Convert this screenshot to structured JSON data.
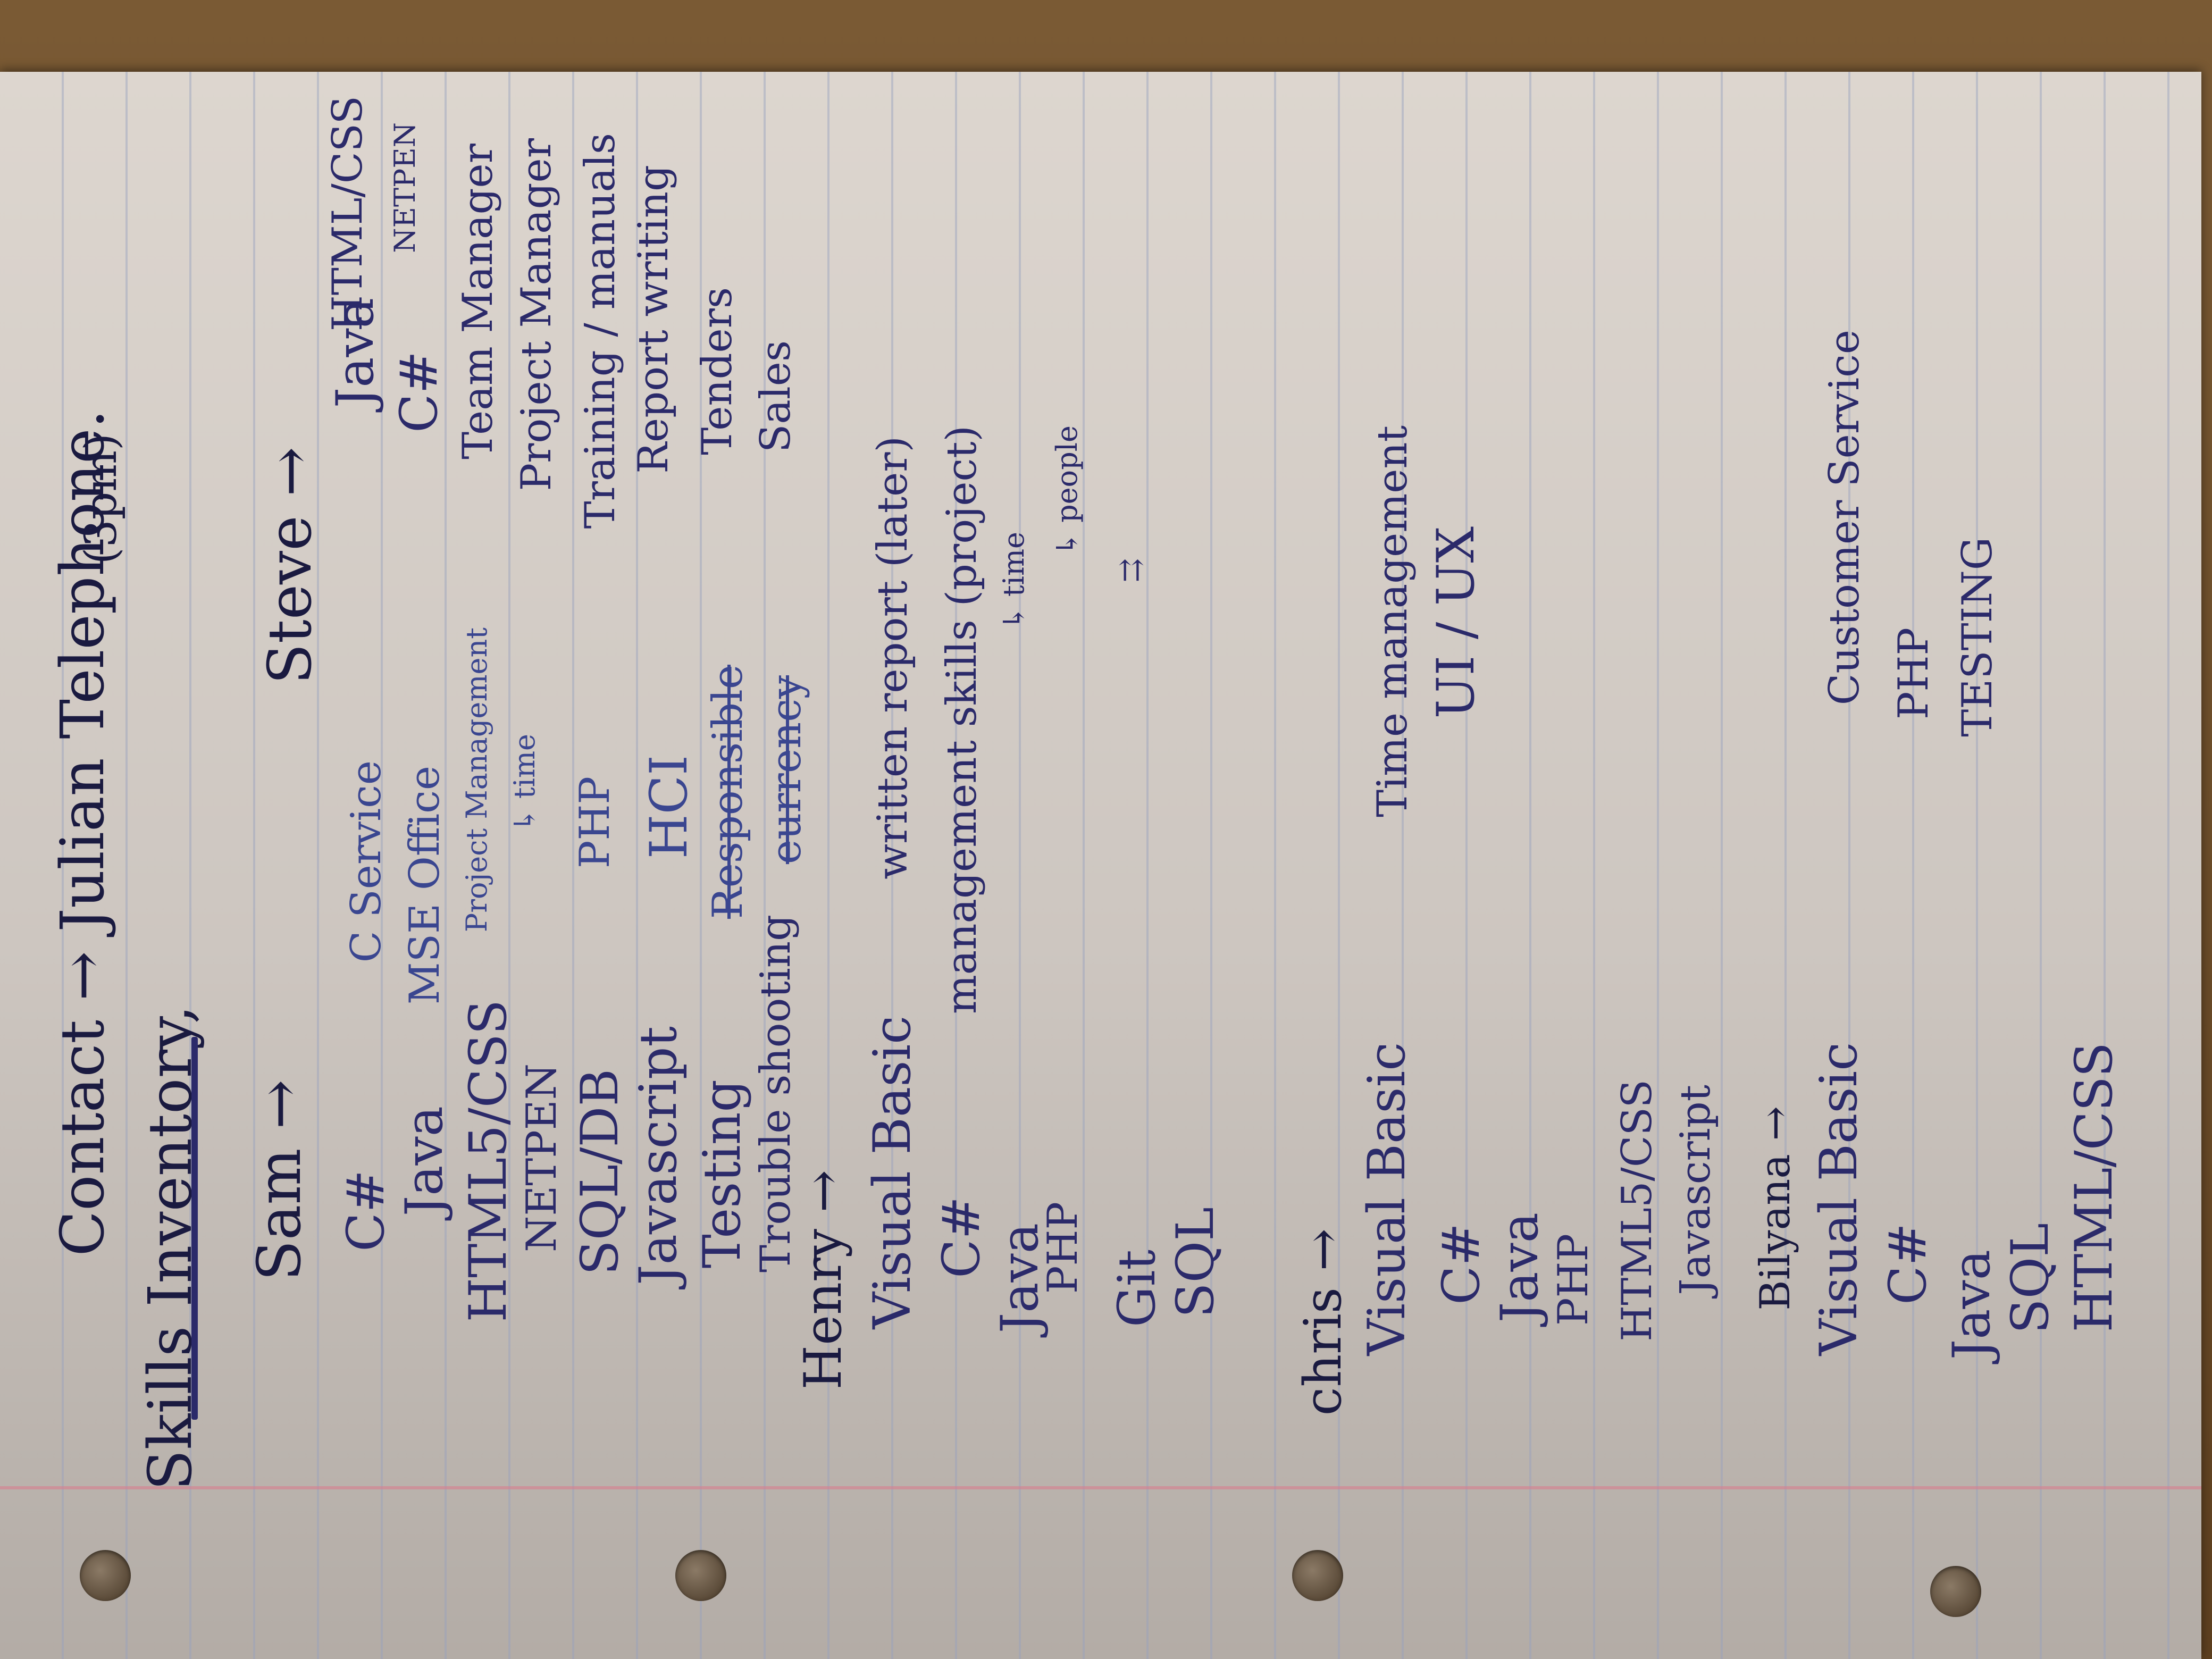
{
  "header": {
    "contact_line": "Contact → Julian Telephone.",
    "contact_time": "(3pm)",
    "title": "Skills Inventory,"
  },
  "people": [
    {
      "name": "Sam →",
      "col1": [
        "C#",
        "Java",
        "HTML5/CSS",
        "NETPEN",
        "SQL/DB",
        "Javascript",
        "Testing",
        "Trouble shooting"
      ],
      "col2": [
        "C Service",
        "MSE Office",
        "Project Management",
        "↳ time",
        "PHP",
        "HCI",
        "Responsible",
        "eurrency"
      ]
    },
    {
      "name": "Steve →",
      "col1": [
        "Java",
        "C#",
        "Team Manager",
        "Project Manager",
        "Training / manuals",
        "Report writing",
        "Tenders",
        "Sales"
      ],
      "col2": [
        "HTML/CSS",
        "NETPEN"
      ]
    },
    {
      "name": "Henry →",
      "col1": [
        "Visual Basic",
        "C#",
        "Java",
        "PHP",
        "Git",
        "SQL"
      ],
      "col2": [
        "written report (later)",
        "management skills (project)",
        "↳ time",
        "↳ people",
        "⇉"
      ]
    },
    {
      "name": "chris →",
      "col1": [
        "Visual Basic",
        "C#",
        "Java",
        "PHP",
        "HTML5/CSS",
        "Javascript"
      ],
      "col2": [
        "Time management",
        "UI / UX"
      ]
    },
    {
      "name": "Bilyana →",
      "col1": [
        "Visual Basic",
        "C#",
        "Java",
        "SQL",
        "HTML/CSS"
      ],
      "col2": [
        "Customer Service",
        "PHP",
        "TESTING"
      ]
    }
  ],
  "colors": {
    "ink": "#2b2a6a",
    "paper": "#d8d1ca",
    "margin": "#dc788c"
  }
}
